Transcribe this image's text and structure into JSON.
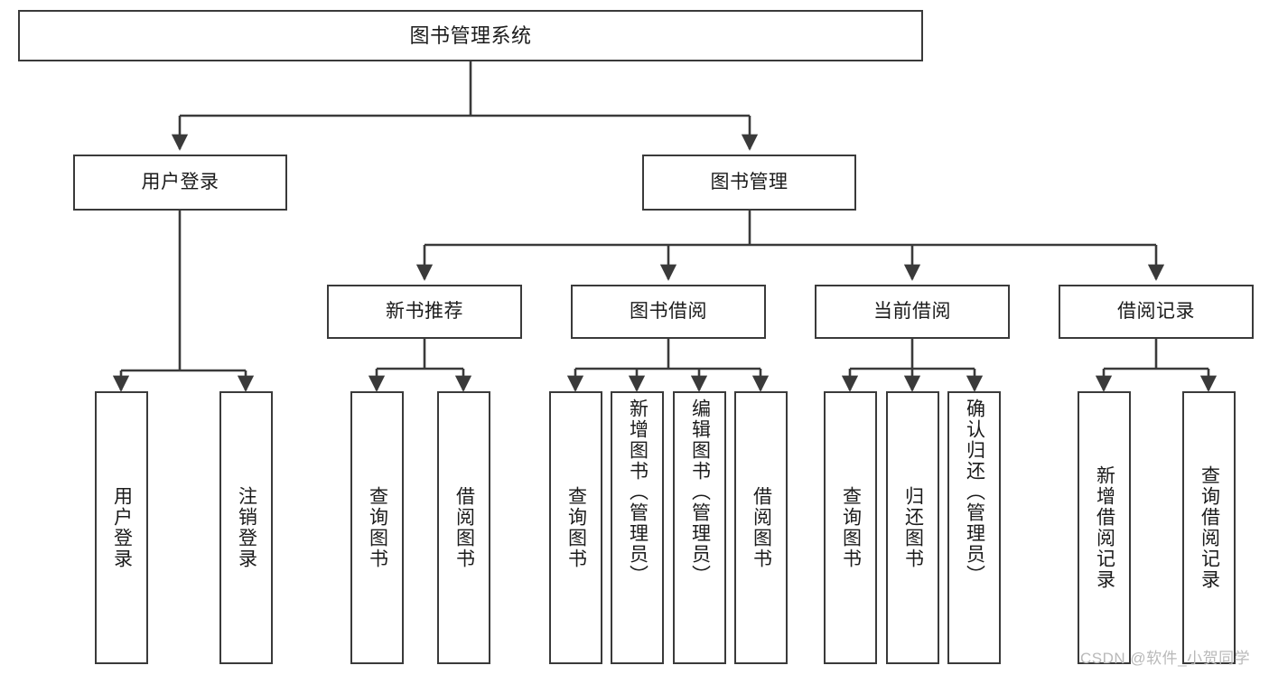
{
  "diagram": {
    "type": "tree",
    "title": "图书管理系统",
    "watermark": "CSDN @软件_小贺同学",
    "colors": {
      "node_border": "#3a3a3a",
      "node_fill": "#ffffff",
      "edge": "#3a3a3a",
      "text": "#1b1b1b",
      "watermark": "#b9b9b9",
      "background": "#ffffff"
    },
    "levels": {
      "root": {
        "label": "图书管理系统"
      },
      "level2": [
        {
          "id": "user-login",
          "label": "用户登录"
        },
        {
          "id": "book-manage",
          "label": "图书管理"
        }
      ],
      "level3": [
        {
          "id": "new-book-recommend",
          "label": "新书推荐",
          "parent": "book-manage"
        },
        {
          "id": "book-borrow",
          "label": "图书借阅",
          "parent": "book-manage"
        },
        {
          "id": "current-borrow",
          "label": "当前借阅",
          "parent": "book-manage"
        },
        {
          "id": "borrow-record",
          "label": "借阅记录",
          "parent": "book-manage"
        }
      ],
      "leaves": [
        {
          "id": "leaf-user-login",
          "label": "用户登录",
          "parent": "user-login"
        },
        {
          "id": "leaf-logout-login",
          "label": "注销登录",
          "parent": "user-login"
        },
        {
          "id": "leaf-query-book-1",
          "label": "查询图书",
          "parent": "new-book-recommend"
        },
        {
          "id": "leaf-borrow-book-1",
          "label": "借阅图书",
          "parent": "new-book-recommend"
        },
        {
          "id": "leaf-query-book-2",
          "label": "查询图书",
          "parent": "book-borrow"
        },
        {
          "id": "leaf-add-book",
          "label": "新增图书（管理员）",
          "parent": "book-borrow"
        },
        {
          "id": "leaf-edit-book",
          "label": "编辑图书（管理员）",
          "parent": "book-borrow"
        },
        {
          "id": "leaf-borrow-book-2",
          "label": "借阅图书",
          "parent": "book-borrow"
        },
        {
          "id": "leaf-query-book-3",
          "label": "查询图书",
          "parent": "current-borrow"
        },
        {
          "id": "leaf-return-book",
          "label": "归还图书",
          "parent": "current-borrow"
        },
        {
          "id": "leaf-confirm-return",
          "label": "确认归还（管理员）",
          "parent": "current-borrow"
        },
        {
          "id": "leaf-add-record",
          "label": "新增借阅记录",
          "parent": "borrow-record"
        },
        {
          "id": "leaf-query-record",
          "label": "查询借阅记录",
          "parent": "borrow-record"
        }
      ]
    }
  }
}
